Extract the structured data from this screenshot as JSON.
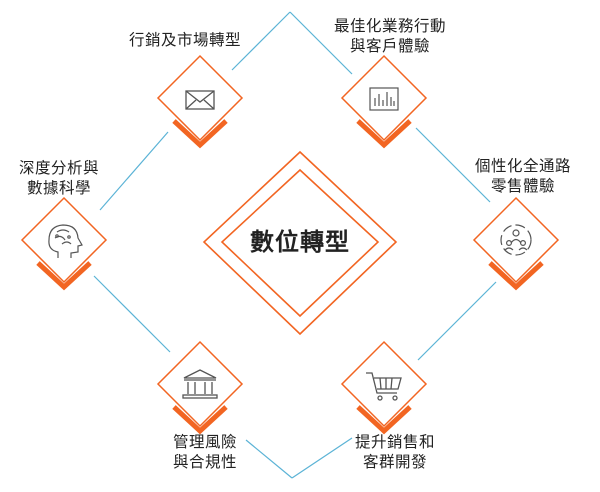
{
  "center": {
    "title": "數位轉型"
  },
  "nodes": [
    {
      "id": "marketing",
      "icon": "envelope-icon",
      "lines": [
        "行銷及市場轉型"
      ]
    },
    {
      "id": "sales-ops",
      "icon": "bar-chart-icon",
      "lines": [
        "最佳化業務行動",
        "與客戶體驗"
      ]
    },
    {
      "id": "retail",
      "icon": "people-cycle-icon",
      "lines": [
        "個性化全通路",
        "零售體驗"
      ]
    },
    {
      "id": "sales-growth",
      "icon": "shopping-cart-icon",
      "lines": [
        "提升銷售和",
        "客群開發"
      ]
    },
    {
      "id": "risk",
      "icon": "bank-building-icon",
      "lines": [
        "管理風險",
        "與合規性"
      ]
    },
    {
      "id": "data-science",
      "icon": "ai-head-icon",
      "lines": [
        "深度分析與",
        "數據科學"
      ]
    }
  ],
  "colors": {
    "accent": "#f26522",
    "accent_dark": "#e04e16",
    "connector": "#5bb3d6",
    "icon": "#555555",
    "text": "#222222"
  }
}
